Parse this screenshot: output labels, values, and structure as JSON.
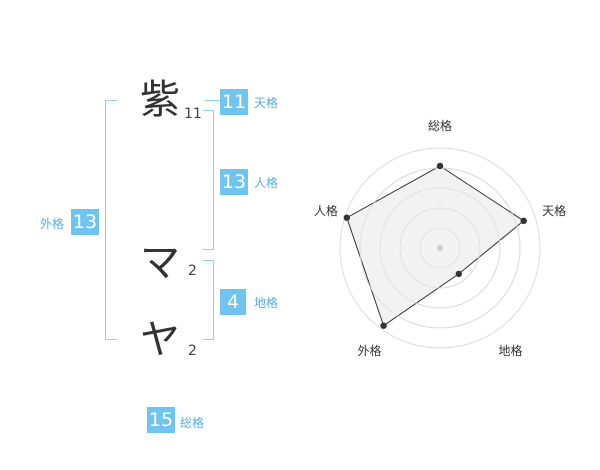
{
  "name": {
    "chars": [
      {
        "char": "紫",
        "strokes": "11"
      },
      {
        "char": "マ",
        "strokes": "2"
      },
      {
        "char": "ヤ",
        "strokes": "2"
      }
    ]
  },
  "kakusu": {
    "tenkaku": {
      "value": "11",
      "label": "天格"
    },
    "jinkaku": {
      "value": "13",
      "label": "人格"
    },
    "chikaku": {
      "value": "4",
      "label": "地格"
    },
    "gaikaku": {
      "value": "13",
      "label": "外格"
    },
    "soukaku": {
      "value": "15",
      "label": "総格"
    }
  },
  "chart_data": {
    "type": "radar",
    "axes": [
      "総格",
      "天格",
      "地格",
      "外格",
      "人格"
    ],
    "values": [
      4.1,
      4.4,
      1.6,
      4.8,
      4.9
    ],
    "rmax": 5,
    "rings": 5,
    "colors": {
      "fill": "#f0f0f0",
      "stroke": "#333333",
      "grid": "#dddddd",
      "point": "#333333",
      "center": "#cccccc"
    }
  }
}
